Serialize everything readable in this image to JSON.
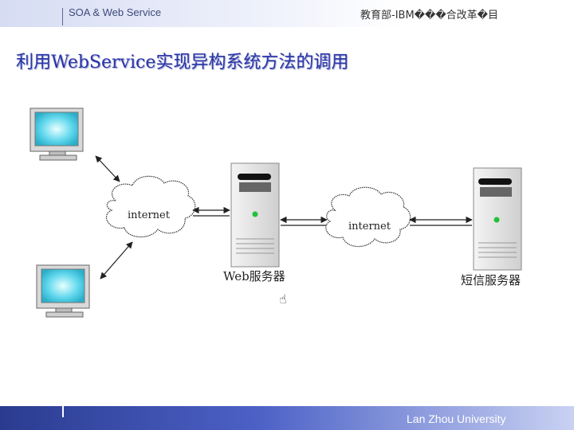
{
  "header": {
    "left_text": "SOA & Web Service",
    "right_text": "教育部-IBM���合改革�目"
  },
  "slide": {
    "title": "利用WebService实现异构系统方法的调用"
  },
  "diagram": {
    "cloud_left_label": "internet",
    "cloud_right_label": "internet",
    "web_server_label": "Web服务器",
    "sms_server_label": "短信服务器"
  },
  "footer": {
    "right_text": "Lan Zhou University"
  },
  "colors": {
    "title": "#2a35a8",
    "footer_bar": "#3a4fb8",
    "monitor_screen": "#4fd0e8"
  }
}
